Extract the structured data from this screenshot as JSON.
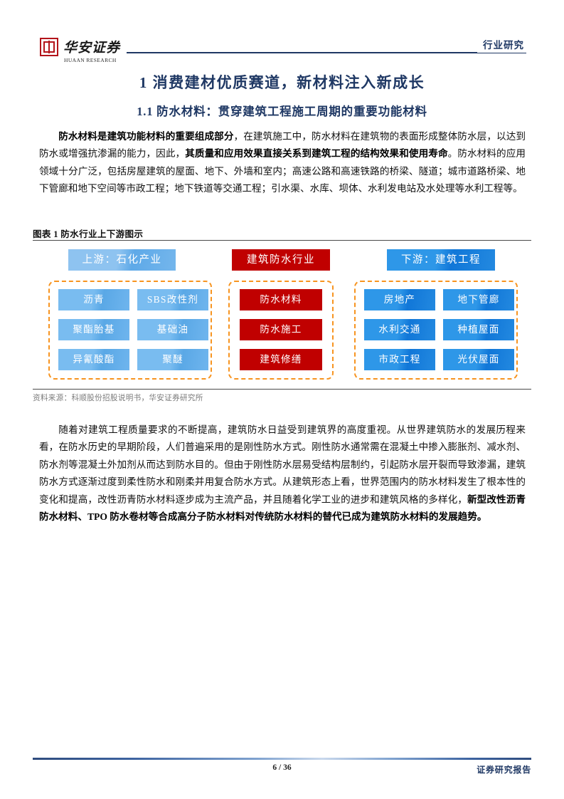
{
  "header": {
    "logo_cn": "华安证券",
    "logo_en": "HUAAN RESEARCH",
    "right_label": "行业研究"
  },
  "headings": {
    "h1": "1 消费建材优质赛道，新材料注入新成长",
    "h2": "1.1 防水材料：贯穿建筑工程施工周期的重要功能材料"
  },
  "paragraphs": {
    "top": {
      "bold1": "防水材料是建筑功能材料的重要组成部分",
      "normal1": "，在建筑施工中，防水材料在建筑物的表面形成整体防水层，以达到防水或增强抗渗漏的能力，因此，",
      "bold2": "其质量和应用效果直接关系到建筑工程的结构效果和使用寿命",
      "normal2": "。防水材料的应用领域十分广泛，包括房屋建筑的屋面、地下、外墙和室内；高速公路和高速铁路的桥梁、隧道；城市道路桥梁、地下管廊和地下空间等市政工程；地下铁道等交通工程；引水渠、水库、坝体、水利发电站及水处理等水利工程等。"
    },
    "bottom": {
      "normal1": "随着对建筑工程质量要求的不断提高，建筑防水日益受到建筑界的高度重视。从世界建筑防水的发展历程来看，在防水历史的早期阶段，人们普遍采用的是刚性防水方式。刚性防水通常需在混凝土中掺入膨胀剂、减水剂、防水剂等混凝土外加剂从而达到防水目的。但由于刚性防水层易受结构层制约，引起防水层开裂而导致渗漏，建筑防水方式逐渐过度到柔性防水和刚柔并用复合防水方式。从建筑形态上看，世界范围内的防水材料发生了根本性的变化和提高，改性沥青防水材料逐步成为主流产品，并且随着化学工业的进步和建筑风格的多样化，",
      "bold1": "新型改性沥青防水材料、TPO 防水卷材等合成高分子防水材料对传统防水材料的替代已成为建筑防水材料的发展趋势。"
    }
  },
  "figure": {
    "caption": "图表 1 防水行业上下游图示",
    "source": "资料来源：科顺股份招股说明书，华安证券研究所",
    "columns": {
      "upstream": {
        "header": "上游：石化产业",
        "cells": [
          "沥青",
          "SBS改性剂",
          "聚酯胎基",
          "基础油",
          "异氰酸酯",
          "聚醚"
        ]
      },
      "industry": {
        "header": "建筑防水行业",
        "cells": [
          "防水材料",
          "防水施工",
          "建筑修缮"
        ]
      },
      "downstream": {
        "header": "下游：建筑工程",
        "cells": [
          "房地产",
          "地下管廊",
          "水利交通",
          "种植屋面",
          "市政工程",
          "光伏屋面"
        ]
      }
    },
    "colors": {
      "upstream_blue": "#8EC3F0",
      "downstream_blue": "#2E97E8",
      "industry_red": "#C00000",
      "dashed_orange": "#F79420"
    }
  },
  "footer": {
    "page": "6 / 36",
    "right_label": "证券研究报告"
  },
  "theme": {
    "heading_navy": "#1F3864",
    "logo_red": "#B3141A"
  }
}
